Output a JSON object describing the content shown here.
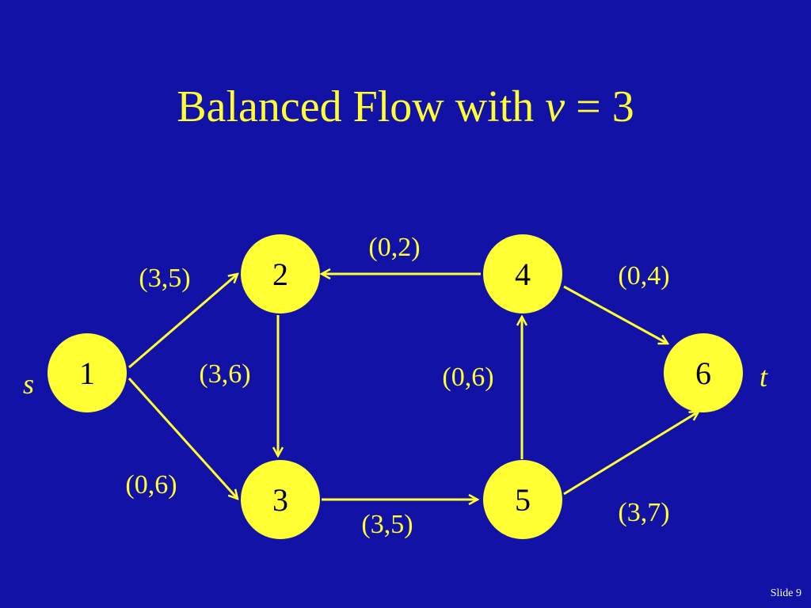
{
  "slide": {
    "title_prefix": "Balanced Flow with ",
    "title_var": "v",
    "title_suffix": " = 3",
    "footer": "Slide 9"
  },
  "colors": {
    "background": "#1212a6",
    "accent": "#ffff33",
    "node_fill": "#ffff33",
    "node_text": "#000000"
  },
  "diagram": {
    "source_label": "s",
    "sink_label": "t",
    "nodes": [
      "1",
      "2",
      "3",
      "4",
      "5",
      "6"
    ],
    "edges": [
      {
        "from": "1",
        "to": "2",
        "label": "(3,5)"
      },
      {
        "from": "1",
        "to": "3",
        "label": "(0,6)"
      },
      {
        "from": "2",
        "to": "3",
        "label": "(3,6)"
      },
      {
        "from": "4",
        "to": "2",
        "label": "(0,2)"
      },
      {
        "from": "3",
        "to": "5",
        "label": "(3,5)"
      },
      {
        "from": "5",
        "to": "4",
        "label": "(0,6)"
      },
      {
        "from": "4",
        "to": "6",
        "label": "(0,4)"
      },
      {
        "from": "5",
        "to": "6",
        "label": "(3,7)"
      }
    ]
  }
}
